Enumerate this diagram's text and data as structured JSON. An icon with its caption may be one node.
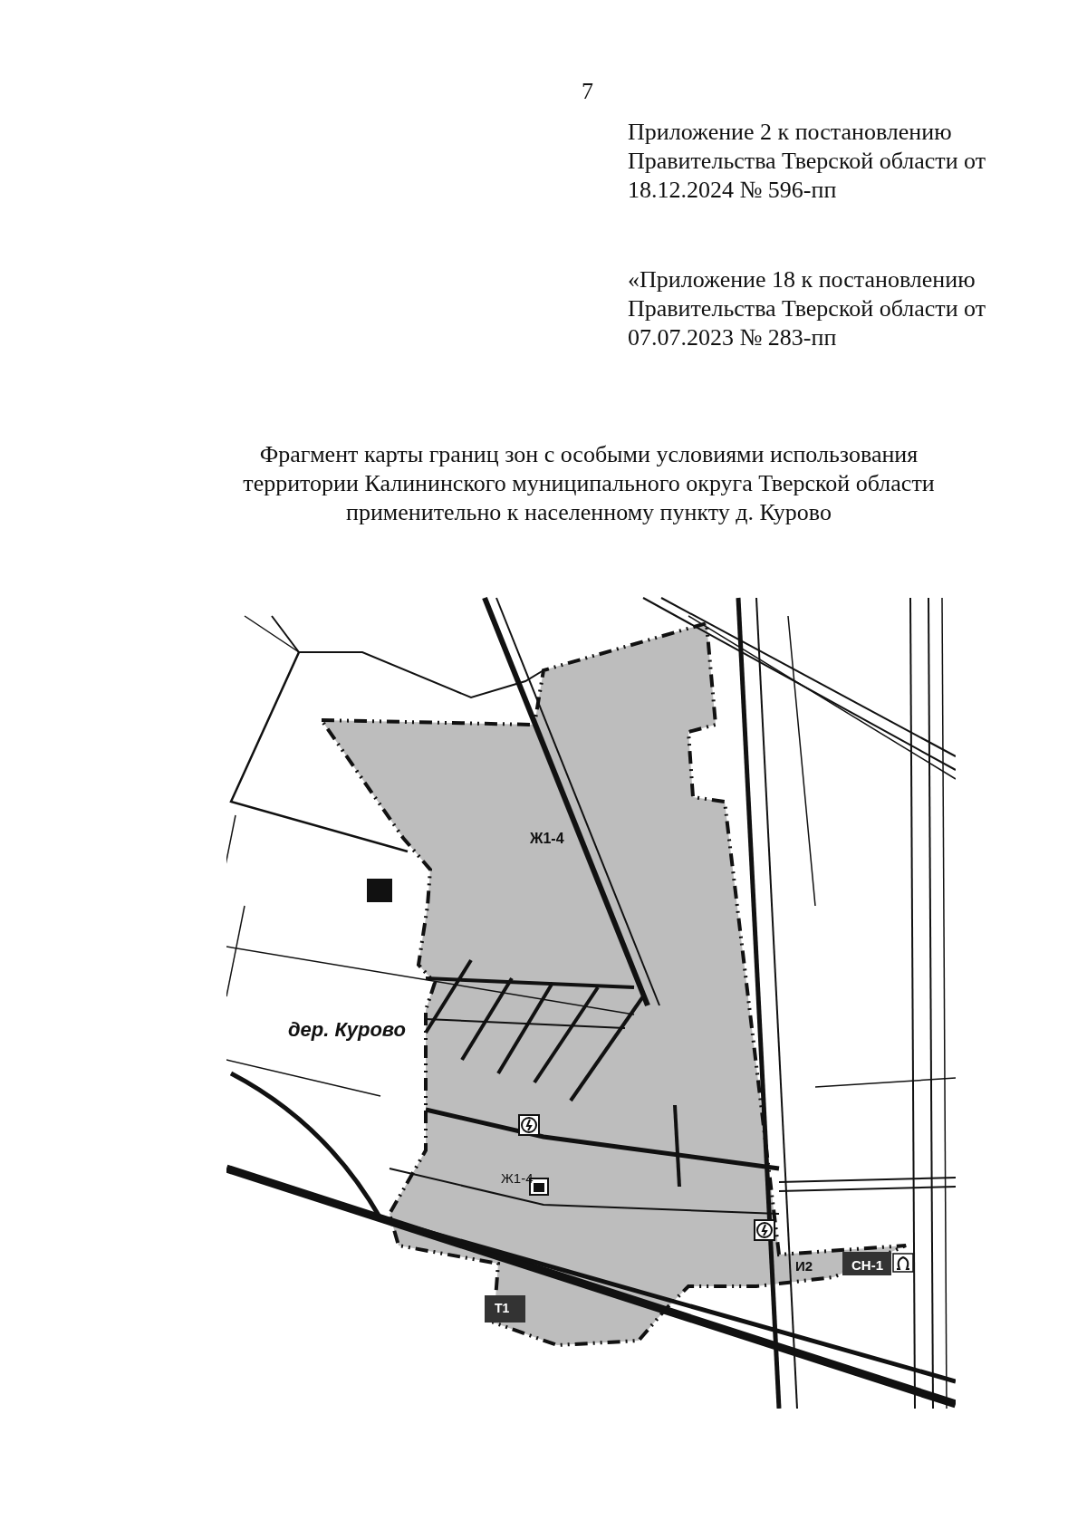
{
  "diagram": {
    "title": "Фрагмент карты границ зон с особыми условиями использования территории Калининского муниципального округа Тверской области применительно к населенному пункту д. Курово",
    "labels": [
      "7",
      "Приложение 2 к постановлению Правительства Тверской области от 18.12.2024 № 596-пп",
      "«Приложение 18 к постановлению Правительства Тверской области от 07.07.2023 № 283-пп",
      "Ж1-4",
      "дер. Курово",
      "Ж1-4",
      "Т1",
      "И2",
      "СН-1"
    ]
  }
}
